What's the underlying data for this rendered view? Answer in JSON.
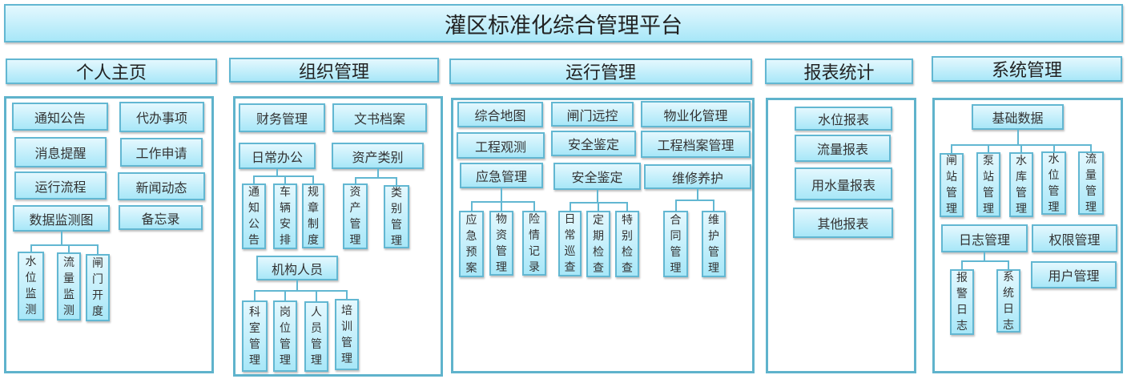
{
  "title": "灌区标准化综合管理平台",
  "personal": {
    "header": "个人主页",
    "items": [
      "通知公告",
      "代办事项",
      "消息提醒",
      "工作申请",
      "运行流程",
      "新闻动态",
      "数据监测图",
      "备忘录"
    ],
    "monitor_children": [
      "水位监测",
      "流量监测",
      "闸门开度"
    ]
  },
  "organization": {
    "header": "组织管理",
    "items": [
      "财务管理",
      "文书档案",
      "日常办公",
      "资产类别",
      "机构人员"
    ],
    "office_children": [
      "通知公告",
      "车辆安排",
      "规章制度"
    ],
    "asset_children": [
      "资产管理",
      "类别管理"
    ],
    "staff_children": [
      "科室管理",
      "岗位管理",
      "人员管理",
      "培训管理"
    ]
  },
  "operation": {
    "header": "运行管理",
    "items": [
      "综合地图",
      "闸门远控",
      "物业化管理",
      "工程观测",
      "安全鉴定",
      "工程档案管理",
      "应急管理",
      "安全鉴定",
      "维修养护"
    ],
    "emergency_children": [
      "应急预案",
      "物资管理",
      "险情记录"
    ],
    "safety_children": [
      "日常巡查",
      "定期检查",
      "特别检查"
    ],
    "maintenance_children": [
      "合同管理",
      "维护管理"
    ]
  },
  "reports": {
    "header": "报表统计",
    "items": [
      "水位报表",
      "流量报表",
      "用水量报表",
      "其他报表"
    ]
  },
  "system": {
    "header": "系统管理",
    "items": [
      "基础数据",
      "日志管理",
      "权限管理",
      "用户管理"
    ],
    "base_children": [
      "闸站管理",
      "泵站管理",
      "水库管理",
      "水位管理",
      "流量管理"
    ],
    "log_children": [
      "报警日志",
      "系统日志"
    ]
  },
  "colors": {
    "border": "#62b7d2",
    "fill_top": "#e4f8fe",
    "fill_bottom": "#a8e7f8"
  }
}
